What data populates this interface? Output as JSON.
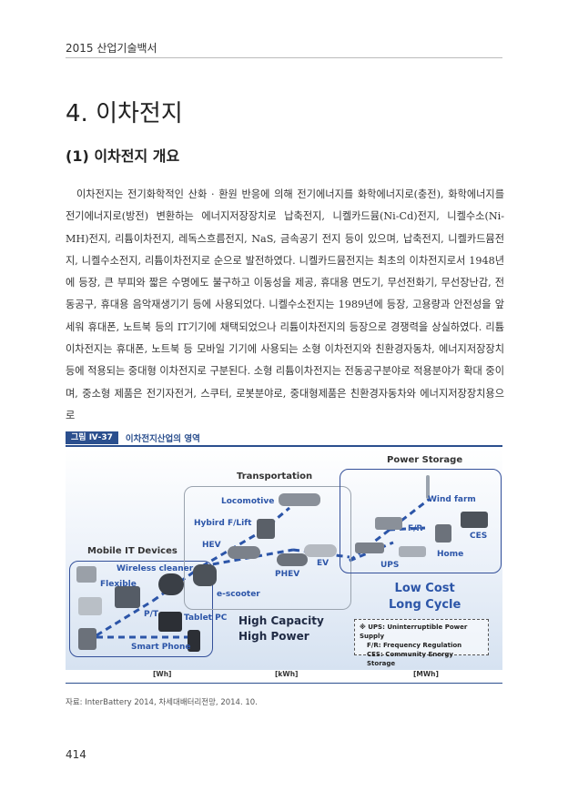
{
  "header": {
    "running_title": "2015 산업기술백서"
  },
  "chapter_title": "4. 이차전지",
  "section_title": "(1) 이차전지 개요",
  "paragraph": "이차전지는 전기화학적인 산화 · 환원 반응에 의해 전기에너지를 화학에너지로(충전), 화학에너지를 전기에너지로(방전) 변환하는 에너지저장장치로 납축전지, 니켈카드뮴(Ni-Cd)전지, 니켈수소(Ni-MH)전지, 리튬이차전지, 레독스흐름전지, NaS, 금속공기 전지 등이 있으며, 납축전지, 니켈카드뮴전지, 니켈수소전지, 리튬이차전지로 순으로 발전하였다. 니켈카드뮴전지는 최초의 이차전지로서 1948년에 등장, 큰 부피와 짧은 수명에도 불구하고 이동성을 제공, 휴대용 면도기, 무선전화기, 무선장난감, 전동공구, 휴대용 음악재생기기 등에 사용되었다. 니켈수소전지는 1989년에 등장, 고용량과 안전성을 앞세워 휴대폰, 노트북 등의 IT기기에 채택되었으나 리튬이차전지의 등장으로 경쟁력을 상실하였다. 리튬이차전지는 휴대폰, 노트북 등 모바일 기기에 사용되는 소형 이차전지와 친환경자동차, 에너지저장장치 등에 적용되는 중대형 이차전지로 구분된다. 소형 리튬이차전지는 전동공구분야로 적용분야가 확대 중이며, 중소형 제품은 전기자전거, 스쿠터, 로봇분야로, 중대형제품은 친환경자동차와 에너지저장장치용으로",
  "figure": {
    "tag": "그림 Ⅳ-37",
    "title": "이차전지산업의 영역",
    "groups": {
      "mobile": "Mobile IT Devices",
      "transport": "Transportation",
      "storage": "Power Storage"
    },
    "labels": {
      "wireless_cleaner": "Wireless cleaner",
      "flexible": "Flexible",
      "pt": "P/T",
      "tablet_pc": "Tablet PC",
      "smart_phone": "Smart Phone",
      "locomotive": "Locomotive",
      "forklift": "Hybird F/Lift",
      "hev": "HEV",
      "phev": "PHEV",
      "ev": "EV",
      "escooter": "e-scooter",
      "wind_farm": "Wind farm",
      "fr": "F/R",
      "ces": "CES",
      "home": "Home",
      "ups": "UPS"
    },
    "high_capacity": [
      "High Capacity",
      "High Power"
    ],
    "low_cost": [
      "Low Cost",
      "Long Cycle"
    ],
    "legend": [
      "※ UPS: Uninterruptible Power Supply",
      "F/R: Frequency Regulation",
      "CES: Community Energy Storage"
    ],
    "units": [
      "[Wh]",
      "[kWh]",
      "[MWh]"
    ]
  },
  "source": "자료: InterBattery 2014, 차세대배터리전망, 2014. 10.",
  "page_number": "414"
}
